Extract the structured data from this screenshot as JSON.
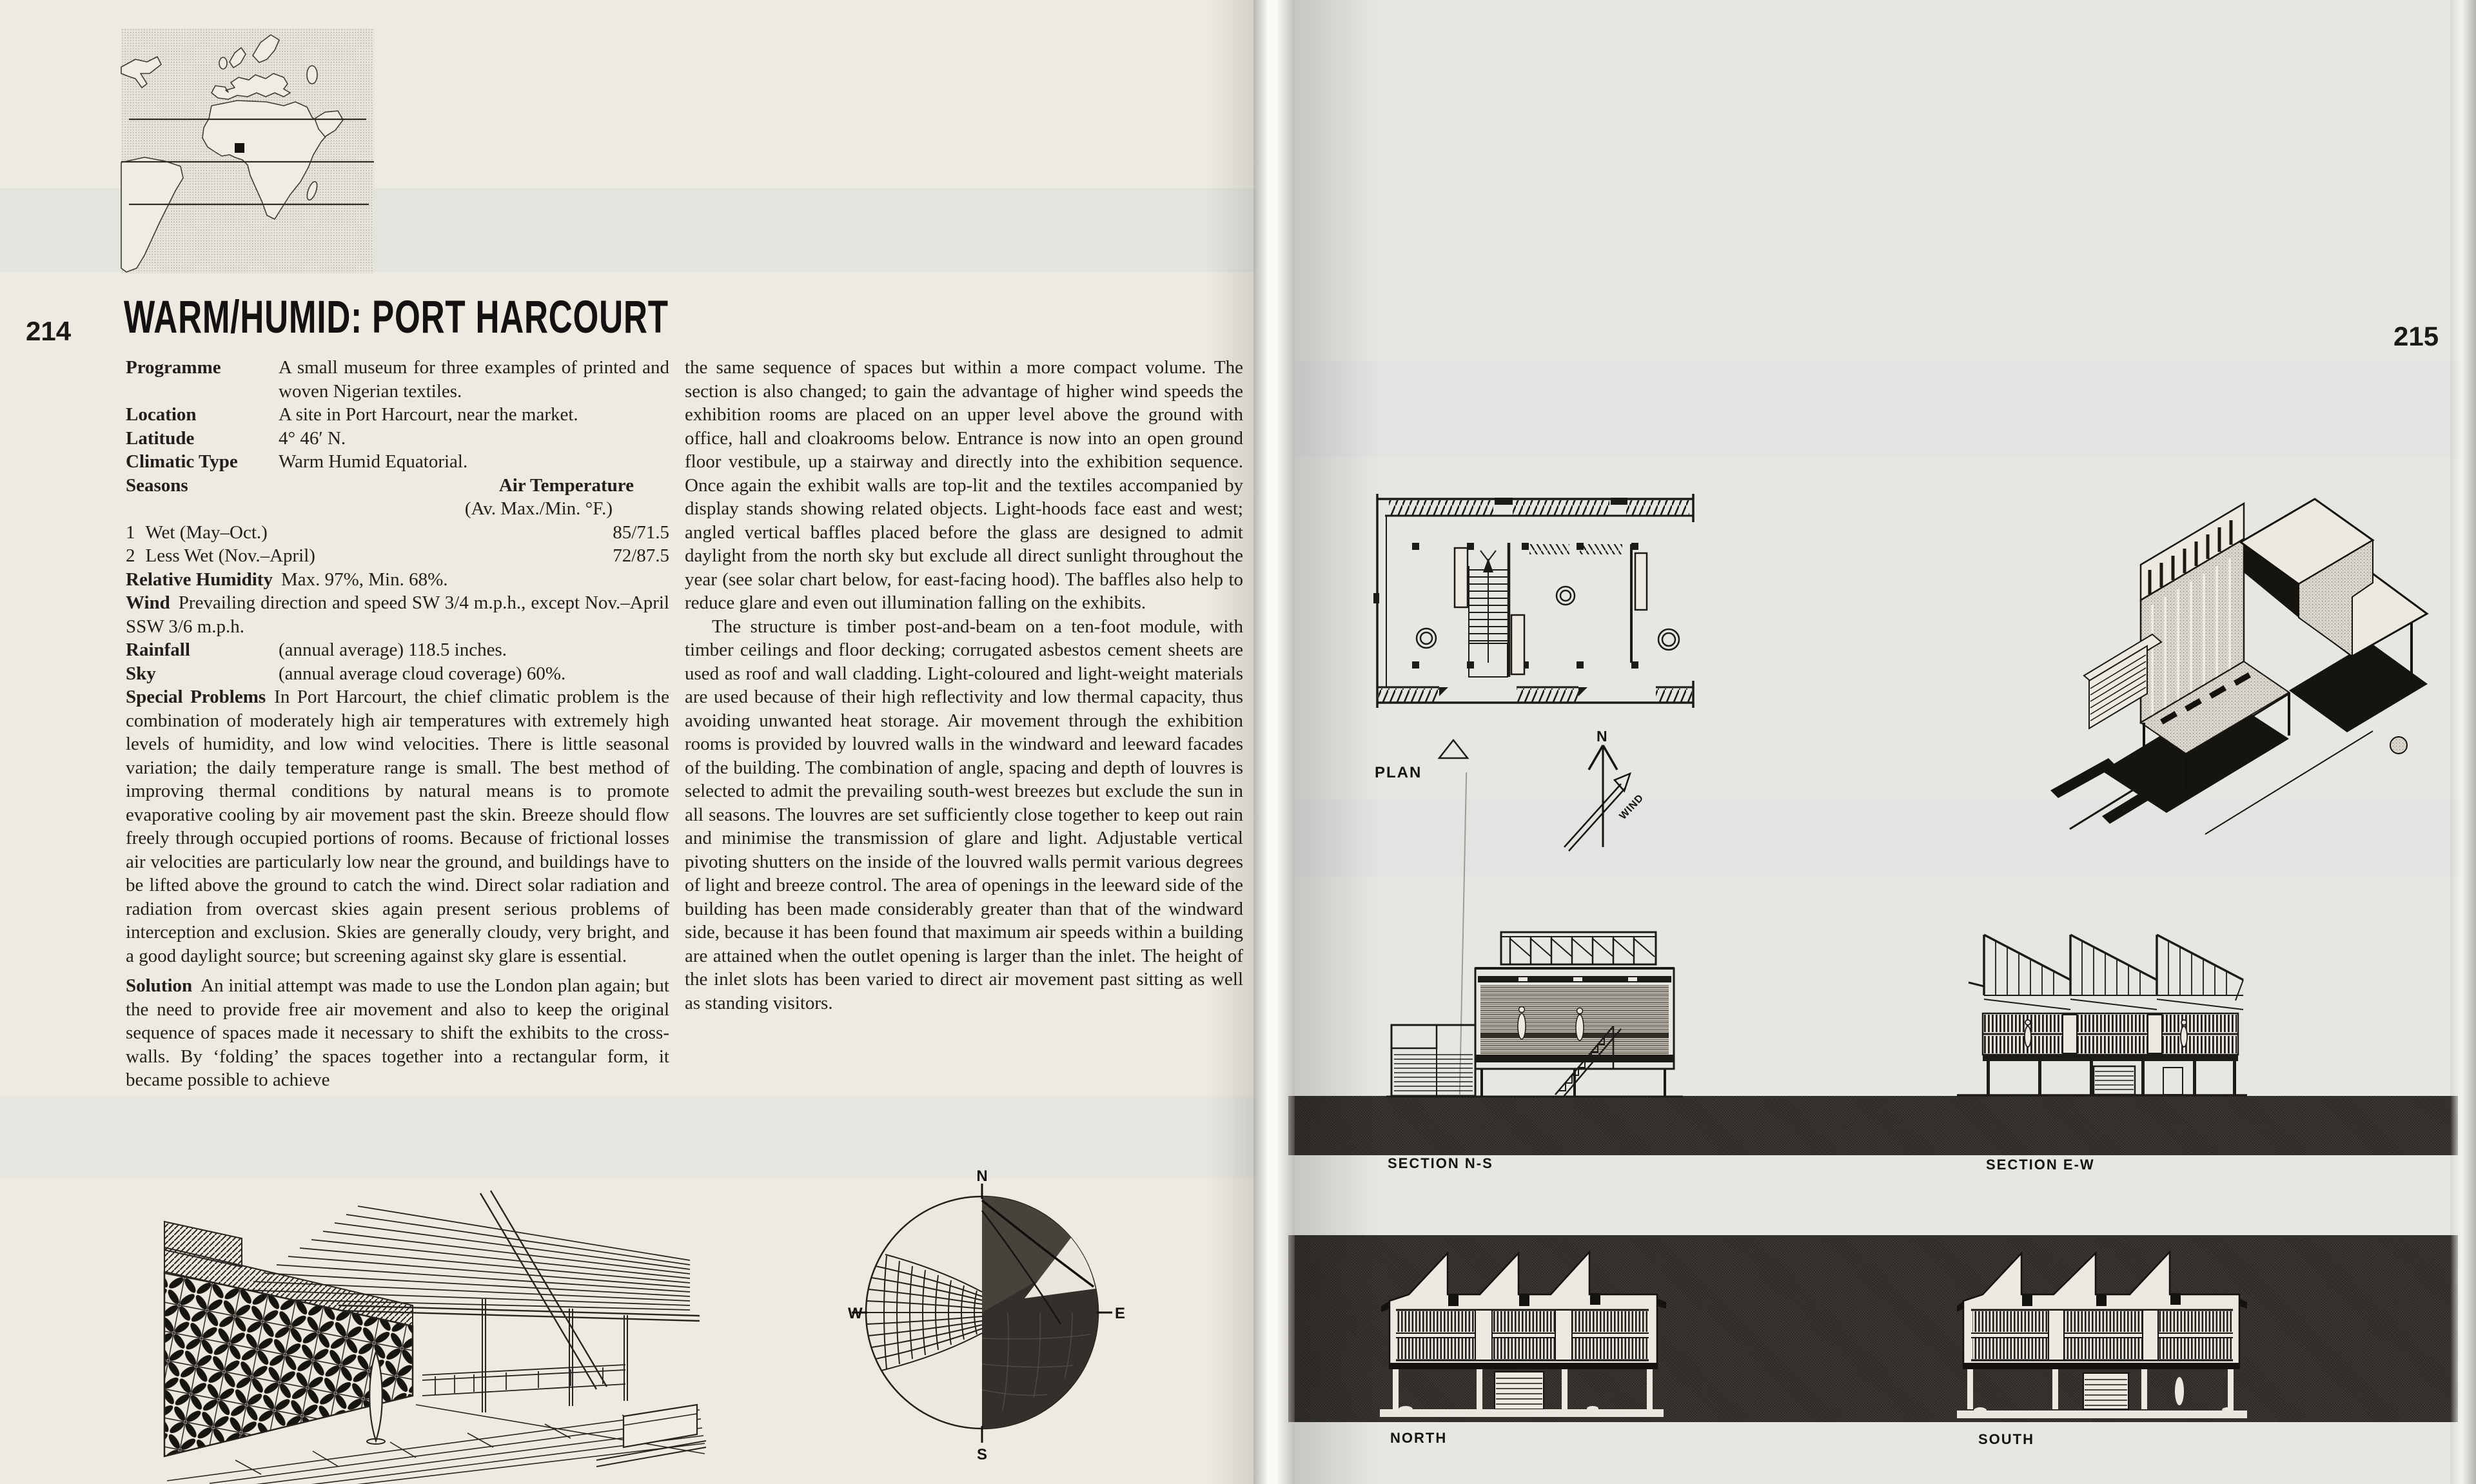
{
  "colors": {
    "paper_left": "#edeae1",
    "paper_right": "#e6e7e3",
    "ink": "#211f1b",
    "ground_band": "#2c2925"
  },
  "pages": {
    "left_number": "214",
    "right_number": "215"
  },
  "title": "WARM/HUMID: PORT HARCOURT",
  "left_col": {
    "specs": [
      {
        "label": "Programme",
        "value": "A small museum for three examples of printed and woven Nigerian textiles."
      },
      {
        "label": "Location",
        "value": "A site in Port Harcourt, near the market."
      },
      {
        "label": "Latitude",
        "value": "4° 46′ N."
      },
      {
        "label": "Climatic Type",
        "value": "Warm Humid Equatorial."
      }
    ],
    "seasons": {
      "label": "Seasons",
      "air_temp": "Air Temperature",
      "air_temp_sub": "(Av. Max./Min. °F.)",
      "rows": [
        {
          "num": "1",
          "name": "Wet (May–Oct.)",
          "value": "85/71.5"
        },
        {
          "num": "2",
          "name": "Less Wet (Nov.–April)",
          "value": "72/87.5"
        }
      ]
    },
    "climate": {
      "humidity": {
        "label": "Relative Humidity",
        "text": "Max. 97%, Min. 68%."
      },
      "wind": {
        "label": "Wind",
        "text": "Prevailing direction and speed SW 3/4 m.p.h., except Nov.–April SSW 3/6 m.p.h."
      },
      "rainfall": {
        "label": "Rainfall",
        "text": "(annual average) 118.5 inches."
      },
      "sky": {
        "label": "Sky",
        "text": "(annual average cloud coverage) 60%."
      }
    },
    "special_problems": {
      "label": "Special Problems",
      "text": "In Port Harcourt, the chief climatic problem is the combination of moderately high air temperatures with extremely high levels of humidity, and low wind velocities. There is little seasonal variation; the daily temperature range is small. The best method of improving thermal conditions by natural means is to promote evaporative cooling by air movement past the skin. Breeze should flow freely through occupied portions of rooms. Because of frictional losses air velocities are particularly low near the ground, and buildings have to be lifted above the ground to catch the wind. Direct solar radiation and radiation from overcast skies again present serious problems of interception and exclusion. Skies are generally cloudy, very bright, and a good daylight source; but screening against sky glare is essential."
    },
    "solution": {
      "label": "Solution",
      "text": "An initial attempt was made to use the London plan again; but the need to provide free air movement and also to keep the original sequence of spaces made it necessary to shift the exhibits to the cross-walls. By ‘folding’ the spaces together into a rectangular form, it became possible to achieve"
    }
  },
  "right_col": {
    "p1": "the same sequence of spaces but within a more compact volume. The section is also changed; to gain the advantage of higher wind speeds the exhibition rooms are placed on an upper level above the ground with office, hall and cloakrooms below. Entrance is now into an open ground floor vestibule, up a stairway and directly into the exhibition sequence. Once again the exhibit walls are top-lit and the textiles accompanied by display stands showing related objects. Light-hoods face east and west; angled vertical baffles placed before the glass are designed to admit daylight from the north sky but exclude all direct sunlight throughout the year (see solar chart below, for east-facing hood). The baffles also help to reduce glare and even out illumination falling on the exhibits.",
    "p2": "The structure is timber post-and-beam on a ten-foot module, with timber ceilings and floor decking; corrugated asbestos cement sheets are used as roof and wall cladding. Light-coloured and light-weight materials are used because of their high reflectivity and low thermal capacity, thus avoiding unwanted heat storage. Air movement through the exhibition rooms is provided by louvred walls in the windward and leeward facades of the building. The combination of angle, spacing and depth of louvres is selected to admit the prevailing south-west breezes but exclude the sun in all seasons. The louvres are set sufficiently close together to keep out rain and minimise the transmission of glare and light. Adjustable vertical pivoting shutters on the inside of the louvred walls permit various degrees of light and breeze control. The area of openings in the leeward side of the building has been made considerably greater than that of the windward side, because it has been found that maximum air speeds within a building are attained when the outlet opening is larger than the inlet. The height of the inlet slots has been varied to direct air movement past sitting as well as standing visitors."
  },
  "figures": {
    "plan": {
      "label": "PLAN",
      "north": "N",
      "wind": "WIND"
    },
    "solar_chart": {
      "n": "N",
      "e": "E",
      "s": "S",
      "w": "W"
    },
    "section_ns": "SECTION N-S",
    "section_ew": "SECTION E-W",
    "north_elevation": "NORTH",
    "south_elevation": "SOUTH"
  }
}
